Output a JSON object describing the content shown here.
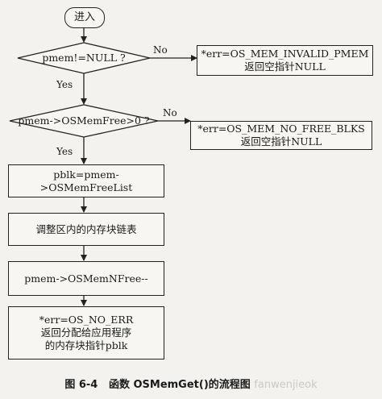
{
  "start": "进入",
  "decision1": {
    "text": "pmem!=NULL ?",
    "no": "No",
    "yes": "Yes"
  },
  "error1": {
    "line1": "*err=OS_MEM_INVALID_PMEM",
    "line2": "返回空指针NULL"
  },
  "decision2": {
    "text": "pmem->OSMemFree>0 ?",
    "no": "No",
    "yes": "Yes"
  },
  "error2": {
    "line1": "*err=OS_MEM_NO_FREE_BLKS",
    "line2": "返回空指针NULL"
  },
  "step1": "pblk=pmem->OSMemFreeList",
  "step2": "调整区内的内存块链表",
  "step3": "pmem->OSMemNFree--",
  "step4": {
    "line1": "*err=OS_NO_ERR",
    "line2": "返回分配给应用程序",
    "line3": "的内存块指针pblk"
  },
  "caption": {
    "label": "图 6-4",
    "title": "函数 OSMemGet()的流程图",
    "watermark": "fanwenjieok"
  }
}
